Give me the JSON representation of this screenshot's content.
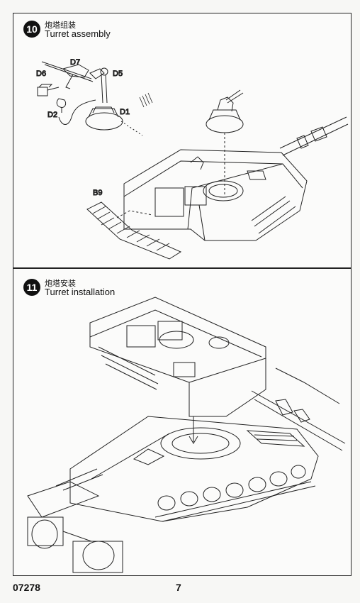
{
  "step10": {
    "number": "10",
    "title_cn": "炮塔组装",
    "title_en": "Turret assembly",
    "parts": {
      "d7": "D7",
      "d6": "D6",
      "d5": "D5",
      "d2": "D2",
      "d1": "D1",
      "b9": "B9"
    }
  },
  "step11": {
    "number": "11",
    "title_cn": "炮塔安装",
    "title_en": "Turret installation"
  },
  "footer": {
    "kit_number": "07278",
    "page_number": "7"
  }
}
